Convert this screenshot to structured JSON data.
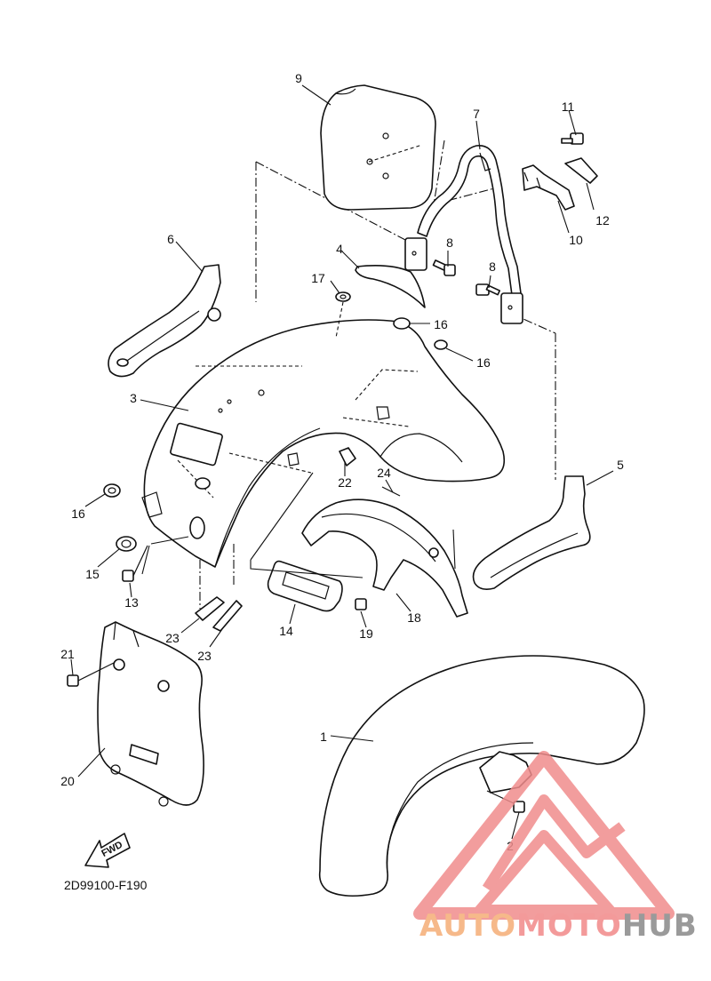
{
  "diagram": {
    "part_code": "2D99100-F190",
    "fwd_label": "FWD",
    "callouts": [
      {
        "id": "1",
        "label": "1"
      },
      {
        "id": "2",
        "label": "2"
      },
      {
        "id": "3",
        "label": "3"
      },
      {
        "id": "4",
        "label": "4"
      },
      {
        "id": "5",
        "label": "5"
      },
      {
        "id": "6",
        "label": "6"
      },
      {
        "id": "7",
        "label": "7"
      },
      {
        "id": "8a",
        "label": "8"
      },
      {
        "id": "8b",
        "label": "8"
      },
      {
        "id": "9",
        "label": "9"
      },
      {
        "id": "10",
        "label": "10"
      },
      {
        "id": "11",
        "label": "11"
      },
      {
        "id": "12",
        "label": "12"
      },
      {
        "id": "13",
        "label": "13"
      },
      {
        "id": "14",
        "label": "14"
      },
      {
        "id": "15",
        "label": "15"
      },
      {
        "id": "16a",
        "label": "16"
      },
      {
        "id": "16b",
        "label": "16"
      },
      {
        "id": "16c",
        "label": "16"
      },
      {
        "id": "17",
        "label": "17"
      },
      {
        "id": "18",
        "label": "18"
      },
      {
        "id": "19",
        "label": "19"
      },
      {
        "id": "20",
        "label": "20"
      },
      {
        "id": "21",
        "label": "21"
      },
      {
        "id": "22",
        "label": "22"
      },
      {
        "id": "23a",
        "label": "23"
      },
      {
        "id": "23b",
        "label": "23"
      },
      {
        "id": "24",
        "label": "24"
      }
    ]
  },
  "watermark": {
    "part1": "AUTO",
    "part2": "MOTO",
    "part3": "HUB",
    "colors": {
      "auto": "#f6b98a",
      "moto": "#f39a9a",
      "hub": "#9a9a9a",
      "logo": "#f08c8c"
    }
  }
}
